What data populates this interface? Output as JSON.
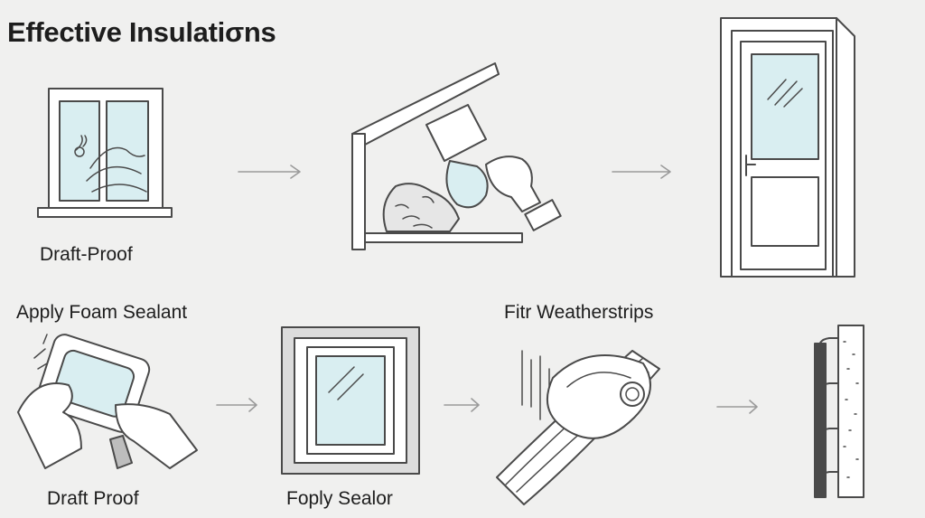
{
  "title": "Effective Insulatiσns",
  "captions": {
    "draft_proof_top": "Draft-Proof",
    "apply_foam": "Apply Foam Sealant",
    "fit_weatherstrips": "Fitr Weatherstrips",
    "draft_proof_bottom": "Draft Proof",
    "foply_sealor": "Foply Sealor"
  },
  "colors": {
    "background": "#f0f0ef",
    "glass": "#d9eef1",
    "line": "#4a4a4a",
    "arrow": "#9a9a9a"
  }
}
